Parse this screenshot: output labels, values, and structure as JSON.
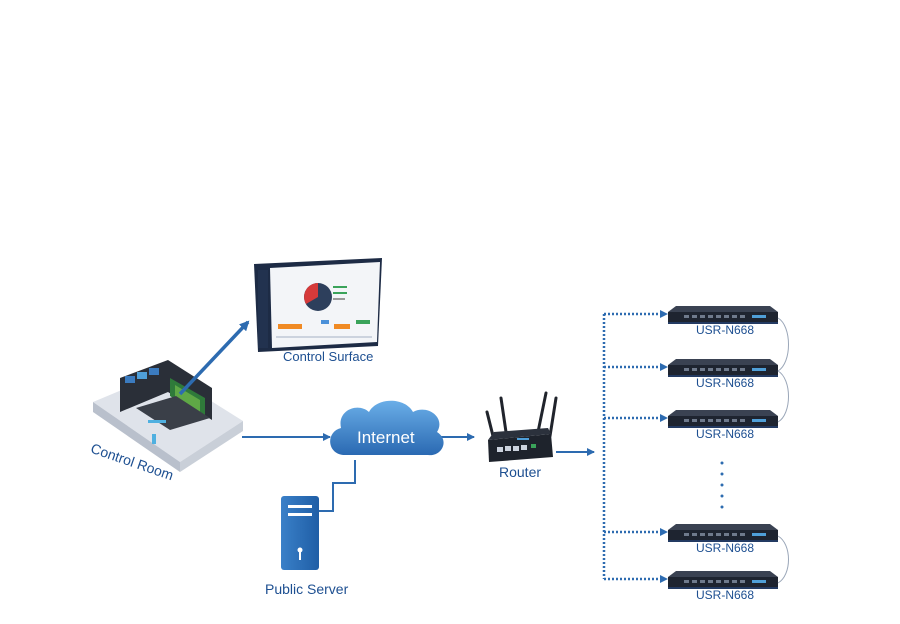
{
  "labels": {
    "control_surface": "Control Surface",
    "control_room": "Control Room",
    "internet": "Internet",
    "router": "Router",
    "public_server": "Public Server"
  },
  "devices": [
    {
      "label": "USR-N668"
    },
    {
      "label": "USR-N668"
    },
    {
      "label": "USR-N668"
    },
    {
      "label": "USR-N668"
    },
    {
      "label": "USR-N668"
    }
  ],
  "colors": {
    "label": "#1d4f91",
    "arrow": "#2d6bb0",
    "cloud_dark": "#2c6fb7",
    "cloud_light": "#5a9ee0",
    "device_body": "#1e2430",
    "device_front": "#233a62",
    "server": "#2c6fb7"
  }
}
